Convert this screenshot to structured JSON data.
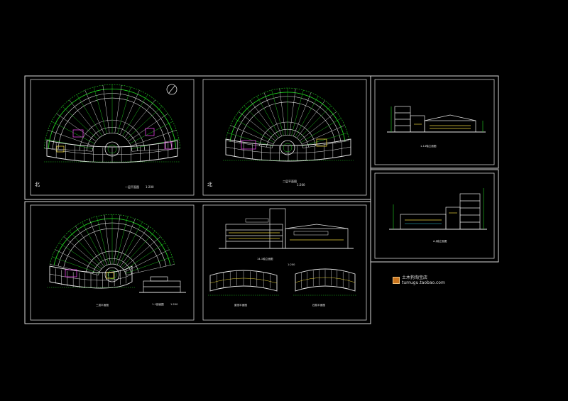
{
  "colors": {
    "background": "#000000",
    "sheet_border": "#d8d8d8",
    "arc_green": "#20d020",
    "wall_white": "#e6e6e6",
    "accent_yellow": "#e8d23a",
    "accent_magenta": "#e040e0",
    "accent_cyan": "#30c8d8",
    "accent_red": "#e03030"
  },
  "sheets": [
    {
      "id": "plan-1",
      "title_left": "北",
      "caption": "一层平面图",
      "scale": "1:200"
    },
    {
      "id": "plan-2",
      "title_left": "北",
      "caption": "二层平面图",
      "scale": "1:200"
    },
    {
      "id": "elevation-1",
      "caption": "1-14轴立面图"
    },
    {
      "id": "elevation-2",
      "caption": "A-J轴立面图"
    },
    {
      "id": "plan-3",
      "caption": "三层平面图",
      "caption2": "1-1剖面图",
      "scale": "1:200"
    },
    {
      "id": "elevation-3",
      "caption": "14-1轴立面图",
      "caption2": "屋顶平面图",
      "caption3": "四层平面图",
      "scale": "1:200"
    }
  ],
  "watermark": {
    "icon": "shop-logo-icon",
    "line1": "土木狗淘宝店",
    "line2": "tumugu.taobao.com"
  }
}
